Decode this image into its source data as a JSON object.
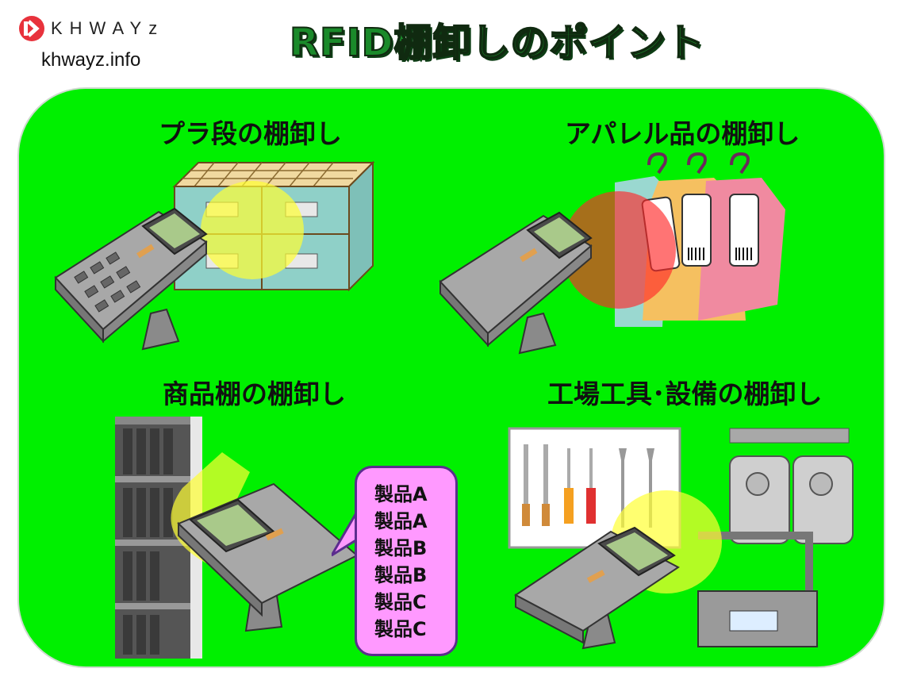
{
  "header": {
    "logo_text": "KHWAYz",
    "site_url": "khwayz.info",
    "title": "RFID棚卸しのポイント"
  },
  "sections": [
    {
      "label": "プラ段の棚卸し"
    },
    {
      "label": "アパレル品の棚卸し"
    },
    {
      "label": "商品棚の棚卸し"
    },
    {
      "label": "工場工具･設備の棚卸し"
    }
  ],
  "bubble": {
    "items": [
      "製品A",
      "製品A",
      "製品B",
      "製品B",
      "製品C",
      "製品C"
    ]
  },
  "colors": {
    "panel": "#00f000",
    "title": "#1a8a2a",
    "bubble": "#ff99ff",
    "logo_red": "#e8323c",
    "scan_yellow": "#ffff33",
    "scan_red": "#ff2a2a"
  }
}
